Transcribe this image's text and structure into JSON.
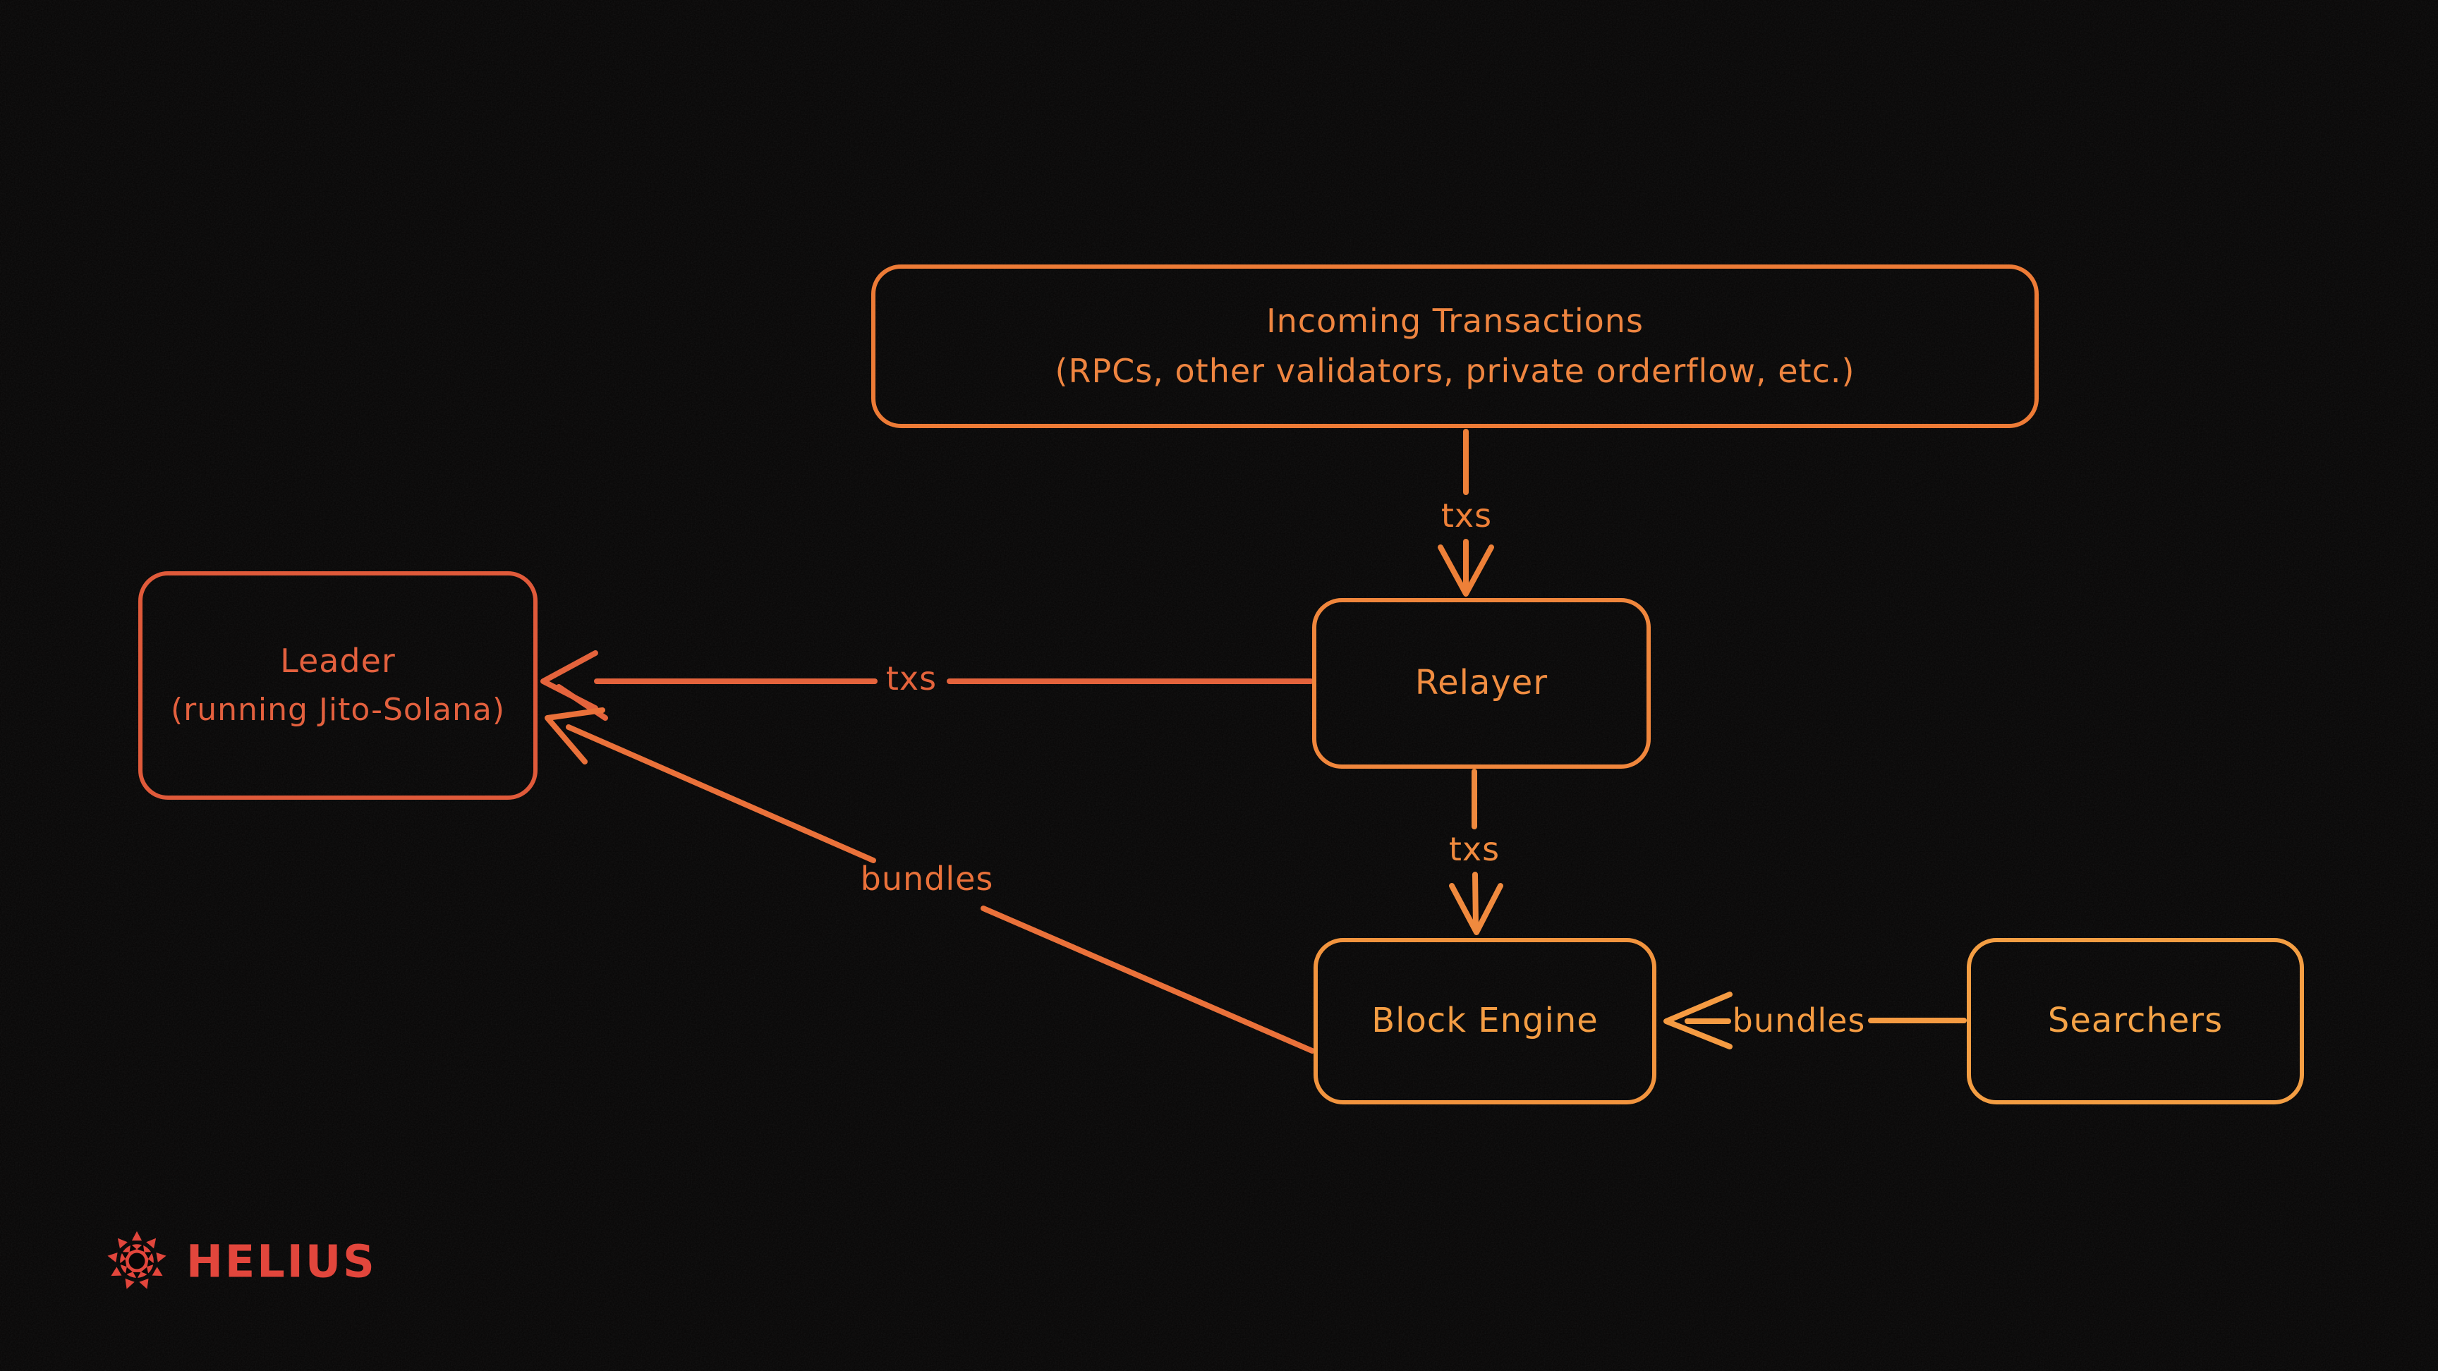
{
  "canvas": {
    "background_color": "#070606",
    "ink_style": "hand-drawn"
  },
  "nodes": {
    "incoming": {
      "line1": "Incoming Transactions",
      "line2": "(RPCs, other validators, private orderflow, etc.)",
      "border_color": "#ed7b36",
      "text_color": "#ef8540"
    },
    "relayer": {
      "label": "Relayer",
      "border_color": "#f0863c",
      "text_color": "#f18d41"
    },
    "leader": {
      "line1": "Leader",
      "line2": "(running Jito-Solana)",
      "border_color": "#e05a3a",
      "text_color": "#e3603e"
    },
    "block_engine": {
      "label": "Block Engine",
      "border_color": "#f2943e",
      "text_color": "#f49d43"
    },
    "searchers": {
      "label": "Searchers",
      "border_color": "#f49e43",
      "text_color": "#f5a347"
    }
  },
  "edges": {
    "incoming_to_relayer": {
      "label": "txs",
      "color": "#ee8038"
    },
    "relayer_to_leader": {
      "label": "txs",
      "color": "#e4633c"
    },
    "relayer_to_block_engine": {
      "label": "txs",
      "color": "#f08a3e"
    },
    "searchers_to_block_engine": {
      "label": "bundles",
      "color": "#f59b42"
    },
    "block_engine_to_leader": {
      "label": "bundles",
      "color": "#ea713a"
    }
  },
  "footer": {
    "brand": "HELIUS",
    "brand_color": "#e2463c",
    "logo_icon": "sun-icon"
  }
}
